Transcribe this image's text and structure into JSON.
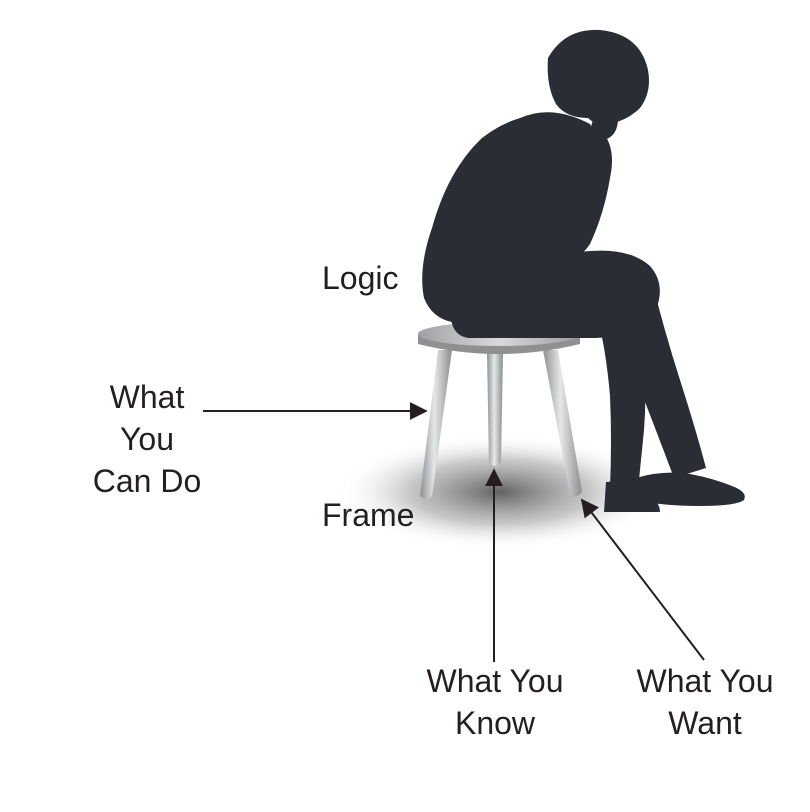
{
  "labels": {
    "logic": "Logic",
    "frame": "Frame",
    "what_you_can_do": [
      "What",
      "You",
      "Can Do"
    ],
    "what_you_know": [
      "What You",
      "Know"
    ],
    "what_you_want": [
      "What You",
      "Want"
    ]
  },
  "colors": {
    "silhouette": "#2a2d33",
    "arrow": "#231f20",
    "text": "#231f20",
    "stool_leg": "#b8babc",
    "stool_seat": "#c9cacb",
    "shadow": "#6b6b6b"
  }
}
